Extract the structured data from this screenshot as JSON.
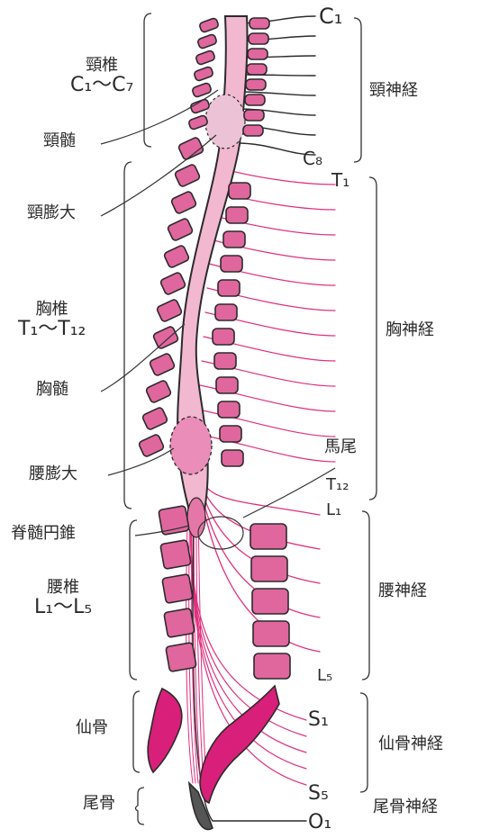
{
  "labels": {
    "cervical_vertebrae": {
      "title": "頸椎",
      "range": "C₁〜C₇"
    },
    "cervical_cord": "頸髄",
    "cervical_enlargement": "頸膨大",
    "thoracic_vertebrae": {
      "title": "胸椎",
      "range": "T₁〜T₁₂"
    },
    "thoracic_cord": "胸髄",
    "lumbar_enlargement": "腰膨大",
    "conus_medullaris": "脊髄円錐",
    "lumbar_vertebrae": {
      "title": "腰椎",
      "range": "L₁〜L₅"
    },
    "sacrum": "仙骨",
    "coccyx": "尾骨",
    "cauda_equina": "馬尾",
    "cervical_nerves": "頸神経",
    "thoracic_nerves": "胸神経",
    "lumbar_nerves": "腰神経",
    "sacral_nerves": "仙骨神経",
    "coccygeal_nerve": "尾骨神経"
  },
  "segment_markers": {
    "C1": "C₁",
    "C8": "C₈",
    "T1": "T₁",
    "T12": "T₁₂",
    "L1": "L₁",
    "L5": "L₅",
    "S1": "S₁",
    "S5": "S₅",
    "O1": "O₁"
  },
  "colors": {
    "vertebra_fill": "#e0669e",
    "vertebra_stroke": "#2b2b2b",
    "cord_fill": "#f2b8d0",
    "enlargement_fill": "#ea8db8",
    "nerve": "#e0307f",
    "sacrum_fill": "#d81f7a",
    "coccyx_fill": "#555555",
    "bracket": "#333333"
  }
}
